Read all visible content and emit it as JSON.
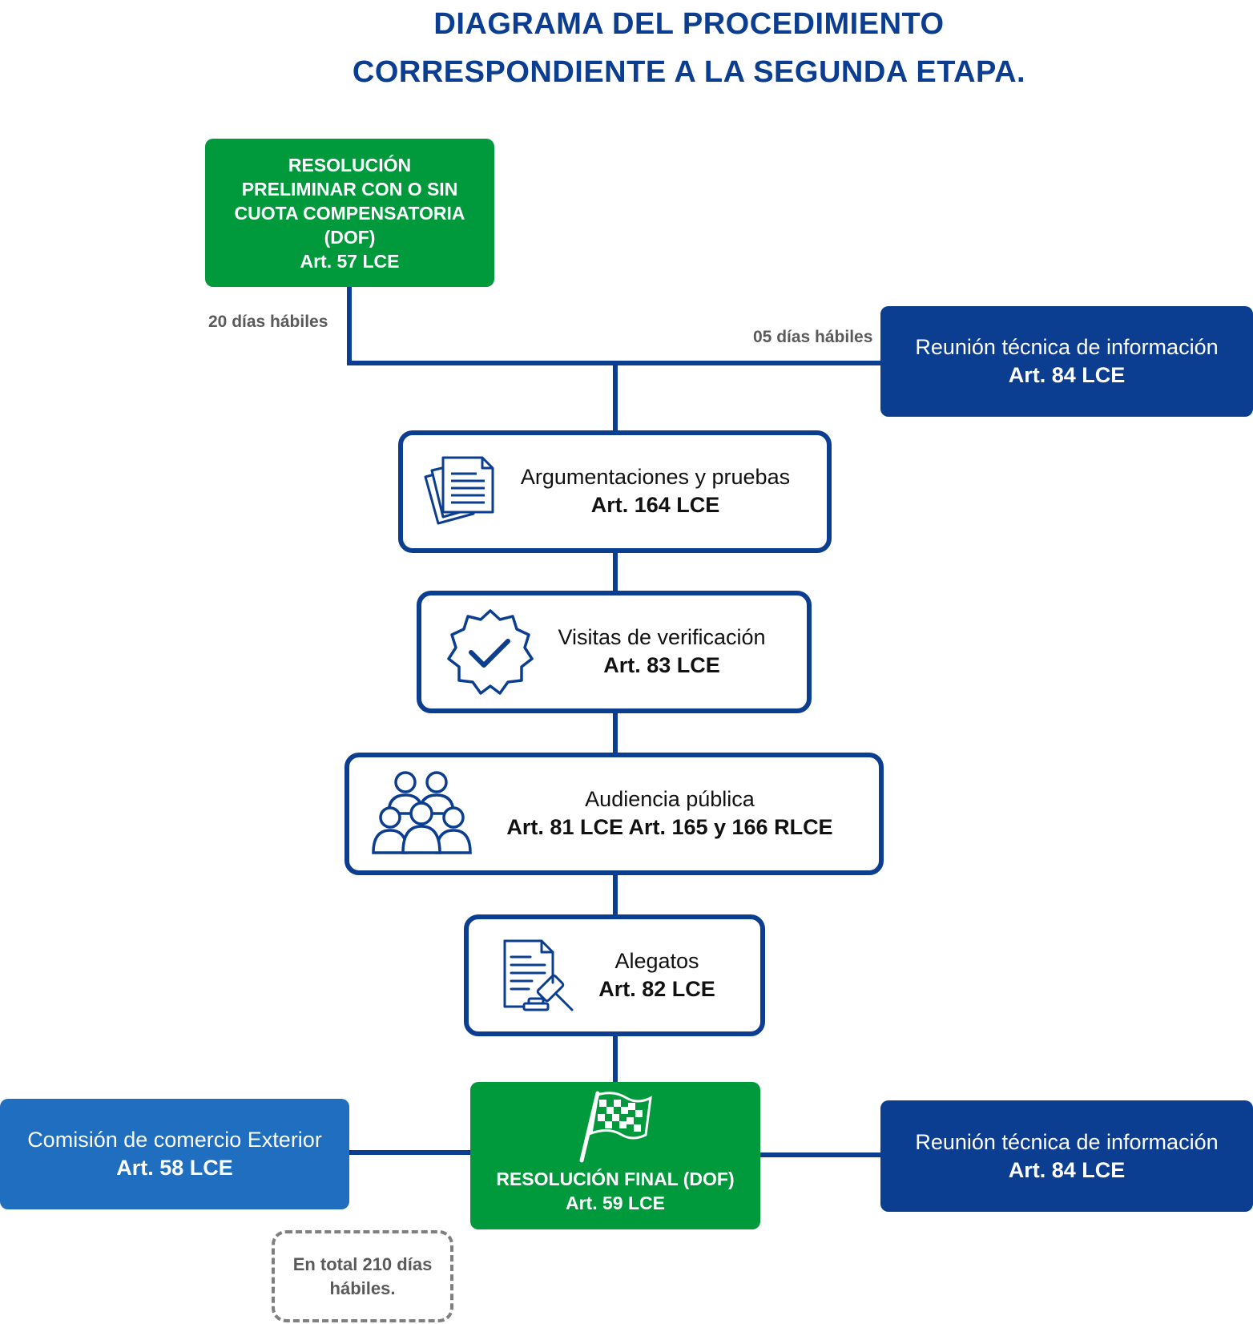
{
  "title": {
    "line1": "DIAGRAMA DEL PROCEDIMIENTO",
    "line2": "CORRESPONDIENTE A LA SEGUNDA ETAPA."
  },
  "nodes": {
    "preliminary": {
      "lines": [
        "RESOLUCIÓN",
        "PRELIMINAR CON O SIN",
        "CUOTA COMPENSATORIA",
        "(DOF)",
        "Art. 57 LCE"
      ]
    },
    "tech_meeting_top": {
      "title": "Reunión técnica de información",
      "article": "Art. 84 LCE"
    },
    "arguments": {
      "title": "Argumentaciones y pruebas",
      "article": "Art. 164 LCE",
      "icon": "documents-icon"
    },
    "verification": {
      "title": "Visitas de verificación",
      "article": "Art. 83 LCE",
      "icon": "verified-badge-icon"
    },
    "hearing": {
      "title": "Audiencia pública",
      "article": "Art. 81 LCE Art. 165 y 166 RLCE",
      "icon": "audience-icon"
    },
    "pleadings": {
      "title": "Alegatos",
      "article": "Art. 82 LCE",
      "icon": "legal-document-gavel-icon"
    },
    "final": {
      "title": "RESOLUCIÓN FINAL (DOF)",
      "article": "Art. 59 LCE",
      "icon": "checkered-flag-icon"
    },
    "commission": {
      "title": "Comisión de comercio Exterior",
      "article": "Art. 58 LCE"
    },
    "tech_meeting_bottom": {
      "title": "Reunión técnica de información",
      "article": "Art. 84 LCE"
    }
  },
  "labels": {
    "days_20": "20 días hábiles",
    "days_05": "05 días hábiles",
    "total_line1": "En total 210 días",
    "total_line2": "hábiles."
  },
  "colors": {
    "navy": "#0b3d91",
    "green": "#009a3d",
    "mid_blue": "#1f6ebf",
    "gray": "#5a5a5a"
  }
}
